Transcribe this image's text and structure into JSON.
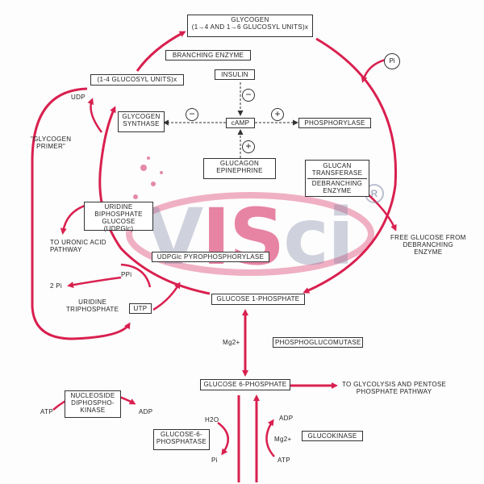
{
  "colors": {
    "arrow": "#d9204f",
    "line": "#333333",
    "watermark_gray": "#8a92a6",
    "watermark_red": "#d6205a"
  },
  "boxes": {
    "glycogen": "GLYCOGEN",
    "glycogen_sub": "(1→4 AND 1→6 GLUCOSYL UNITS)x",
    "branching_enzyme": "BRANCHING ENZYME",
    "glucosyl_units": "(1-4 GLUCOSYL UNITS)x",
    "insulin": "INSULIN",
    "glycogen_synthase": "GLYCOGEN\nSYNTHASE",
    "camp": "cAMP",
    "phosphorylase": "PHOSPHORYLASE",
    "glucagon_epinephrine": "GLUCAGON\nEPINEPHRINE",
    "glucan_transferase": "GLUCAN\nTRANSFERASE",
    "debranching_enzyme": "DEBRANCHING\nENZYME",
    "udpglc": "URIDINE\nBIPHOSPHATE\nGLUCOSE (UDPGlc)",
    "udpglc_pyrophosphorylase": "UDPGlc PYROPHOSPHORYLASE",
    "utp": "UTP",
    "glucose_1_phosphate": "GLUCOSE 1-PHOSPHATE",
    "phosphoglucomutase": "PHOSPHOGLUCOMUTASE",
    "glucose_6_phosphate": "GLUCOSE 6-PHOSPHATE",
    "nucleoside_kinase": "NUCLEOSIDE\nDIPHOSPHO-\nKINASE",
    "glucose_6_phosphatase": "GLUCOSE-6-\nPHOSPHATASE",
    "glucokinase": "GLUCOKINASE"
  },
  "labels": {
    "udp": "UDP",
    "glycogen_primer": "\"GLYCOGEN\nPRIMER\"",
    "to_uronic_acid": "TO URONIC ACID\nPATHWAY",
    "ppi": "PPi",
    "two_pi": "2 Pi",
    "uridine_triphosphate": "URIDINE\nTRIPHOSPHATE",
    "free_glucose": "FREE GLUCOSE FROM\nDEBRANCHING\nENZYME",
    "mg2_upper": "Mg2+",
    "to_glycolysis": "TO GLYCOLYSIS AND PENTOSE\nPHOSPHATE PATHWAY",
    "atp_left": "ATP",
    "adp_left": "ADP",
    "h2o": "H2O",
    "pi_lower": "Pi",
    "adp_right": "ADP",
    "mg2_lower": "Mg2+",
    "atp_right": "ATP",
    "pi_circle": "Pi"
  },
  "signs": {
    "minus": "−",
    "plus": "+"
  },
  "watermark": {
    "left": "V",
    "mid": "IS",
    "right": "ci",
    "reg": "R"
  }
}
